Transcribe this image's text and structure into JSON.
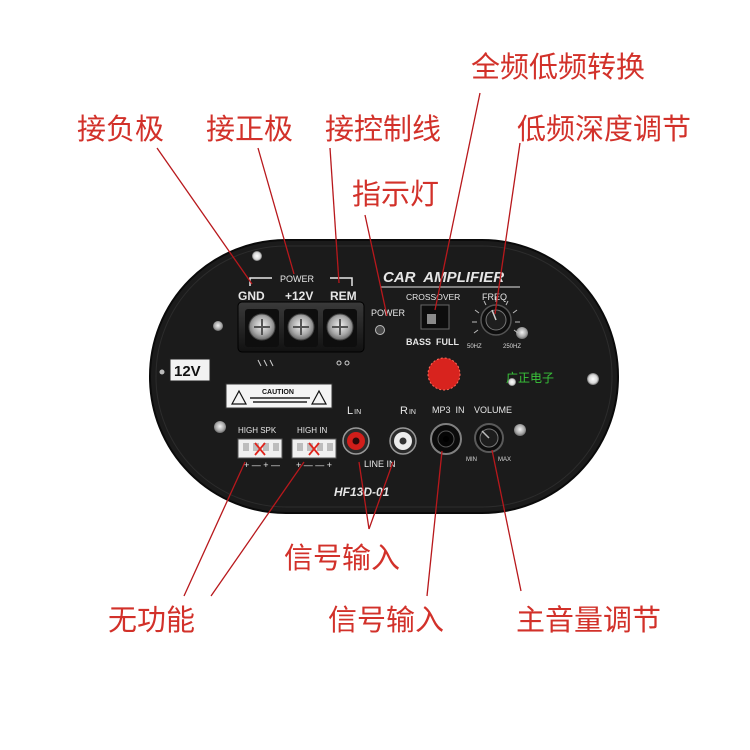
{
  "callouts": {
    "gnd": "接负极",
    "pos12v": "接正极",
    "rem": "接控制线",
    "indicator": "指示灯",
    "crossover_switch": "全频低频转换",
    "bass_depth": "低频深度调节",
    "signal_input_rca": "信号输入",
    "no_function": "无功能",
    "signal_input_mp3": "信号输入",
    "main_volume": "主音量调节"
  },
  "panel": {
    "title": "CAR  AMPLIFIER",
    "power_group": "POWER",
    "gnd": "GND",
    "v12": "+12V",
    "rem": "REM",
    "power_led": "POWER",
    "crossover": "CROSSOVER",
    "freq": "FREQ",
    "bass": "BASS",
    "full": "FULL",
    "freq_min": "50HZ",
    "freq_max": "250HZ",
    "brand": "广正电子",
    "voltage_badge": "12V",
    "caution": "CAUTION",
    "l_in_main": "L",
    "l_in_sub": "IN",
    "r_in_main": "R",
    "r_in_sub": "IN",
    "line_in": "LINE IN",
    "mp3_in": "MP3  IN",
    "volume": "VOLUME",
    "vol_min": "MIN",
    "vol_max": "MAX",
    "high_spk": "HIGH SPK",
    "high_in": "HIGH IN",
    "model": "HF13D-01"
  },
  "colors": {
    "callout_text": "#d2312a",
    "leader_line": "#b8181c",
    "panel": "#1c1c1c",
    "silk": "#e6e6e6",
    "brand_text": "#39c43a",
    "fuse_cap": "#d8231e"
  }
}
